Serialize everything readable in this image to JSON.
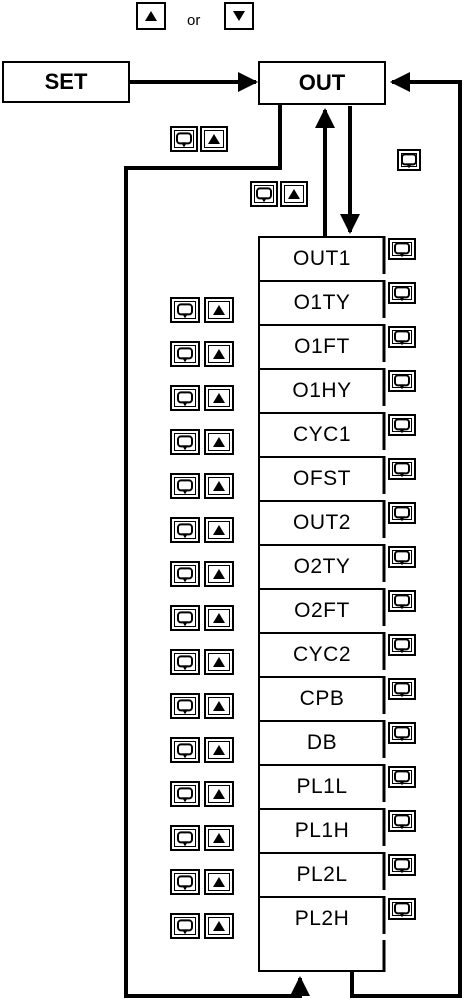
{
  "header": {
    "up_key": "up-arrow-key",
    "down_key": "down-arrow-key",
    "or_text": "or"
  },
  "set_box": {
    "label": "SET"
  },
  "out_box": {
    "label": "OUT"
  },
  "menu": {
    "parameters": [
      "OUT1",
      "O1TY",
      "O1FT",
      "O1HY",
      "CYC1",
      "OFST",
      "OUT2",
      "O2TY",
      "O2FT",
      "CYC2",
      "CPB",
      "DB",
      "PL1L",
      "PL1H",
      "PL2L",
      "PL2H"
    ]
  },
  "keys": {
    "scroll": "scroll-key",
    "up": "up-arrow-key"
  }
}
